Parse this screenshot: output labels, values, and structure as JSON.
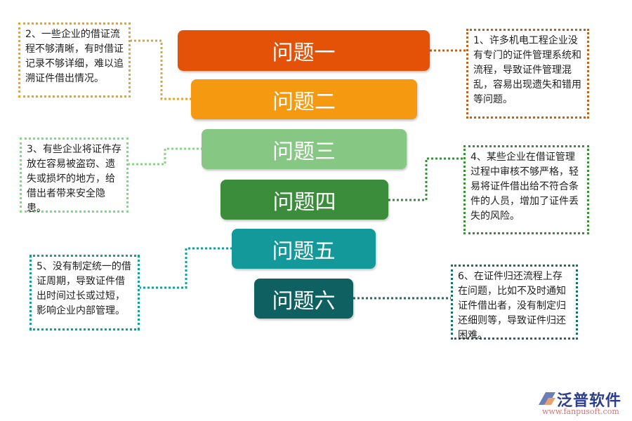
{
  "problems": [
    {
      "label": "问题一",
      "color": "#e35206",
      "note": "1、许多机电工程企业没有专门的证件管理系统和流程，导致证件管理混乱，容易出现遗失和错用等问题。",
      "note_color": "#b5652a"
    },
    {
      "label": "问题二",
      "color": "#f59a10",
      "note": "2、一些企业的借证流程不够清晰，有时借证记录不够详细，难以追溯证件借出情况。",
      "note_color": "#d9a53c"
    },
    {
      "label": "问题三",
      "color": "#86c783",
      "note": "3、有些企业将证件存放在容易被盗窃、遗失或损坏的地方，给借出者带来安全隐患。",
      "note_color": "#8fcf8f"
    },
    {
      "label": "问题四",
      "color": "#3b8c3b",
      "note": "4、某些企业在借证管理过程中审核不够严格，轻易将证件借出给不符合条件的人员，增加了证件丢失的风险。",
      "note_color": "#3d8c3d"
    },
    {
      "label": "问题五",
      "color": "#14999b",
      "note": "5、没有制定统一的借证周期，导致证件借出时间过长或过短，影响企业内部管理。",
      "note_color": "#1a9a9a"
    },
    {
      "label": "问题六",
      "color": "#0f6161",
      "note": "6、在证件归还流程上存在问题，比如不及时通知证件借出者，没有制定归还细则等，导致证件归还困难。",
      "note_color": "#1f6b66"
    }
  ],
  "logo": {
    "name": "泛普软件",
    "url": "www.fanpusoft.com"
  }
}
